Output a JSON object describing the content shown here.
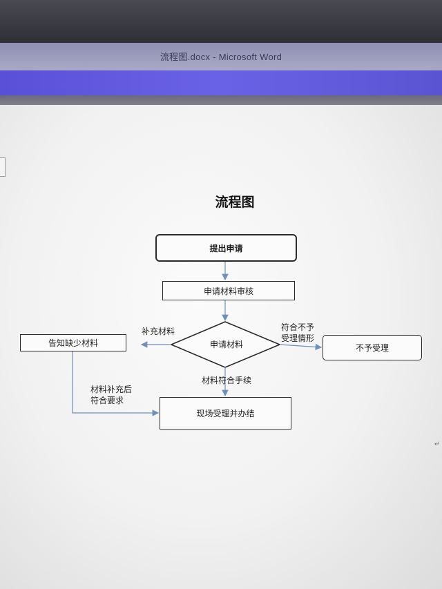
{
  "window": {
    "title": "流程图.docx - Microsoft Word"
  },
  "document": {
    "title": "流程图",
    "flowchart": {
      "nodes": {
        "submit": "提出申请",
        "review": "申请材料审核",
        "decision": "申请材料",
        "notify": "告知缺少材料",
        "reject": "不予受理",
        "handle": "现场受理并办结"
      },
      "edges": {
        "supplement": "补充材料",
        "not_meet_line1": "符合不予",
        "not_meet_line2": "受理情形",
        "meets": "材料符合手续",
        "after_line1": "材料补充后",
        "after_line2": "符合要求"
      }
    },
    "paragraph_mark": "↵"
  },
  "colors": {
    "ribbon": "#5e56dc",
    "arrow": "#6f8fbf",
    "box_border": "#2a2a2a"
  }
}
